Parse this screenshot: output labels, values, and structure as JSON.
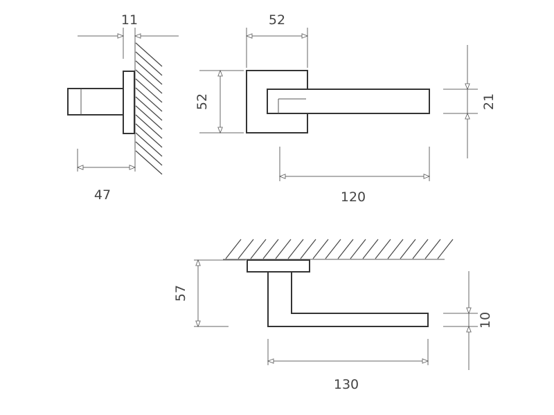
{
  "dimensions": {
    "rose_thickness": "11",
    "projection": "47",
    "rose_width": "52",
    "rose_height": "52",
    "lever_length": "120",
    "lever_height": "21",
    "lever_total_length": "130",
    "lever_offset": "57",
    "lever_bar": "10"
  },
  "colors": {
    "line": "#333333",
    "dimension": "#666666",
    "text": "#444444"
  }
}
